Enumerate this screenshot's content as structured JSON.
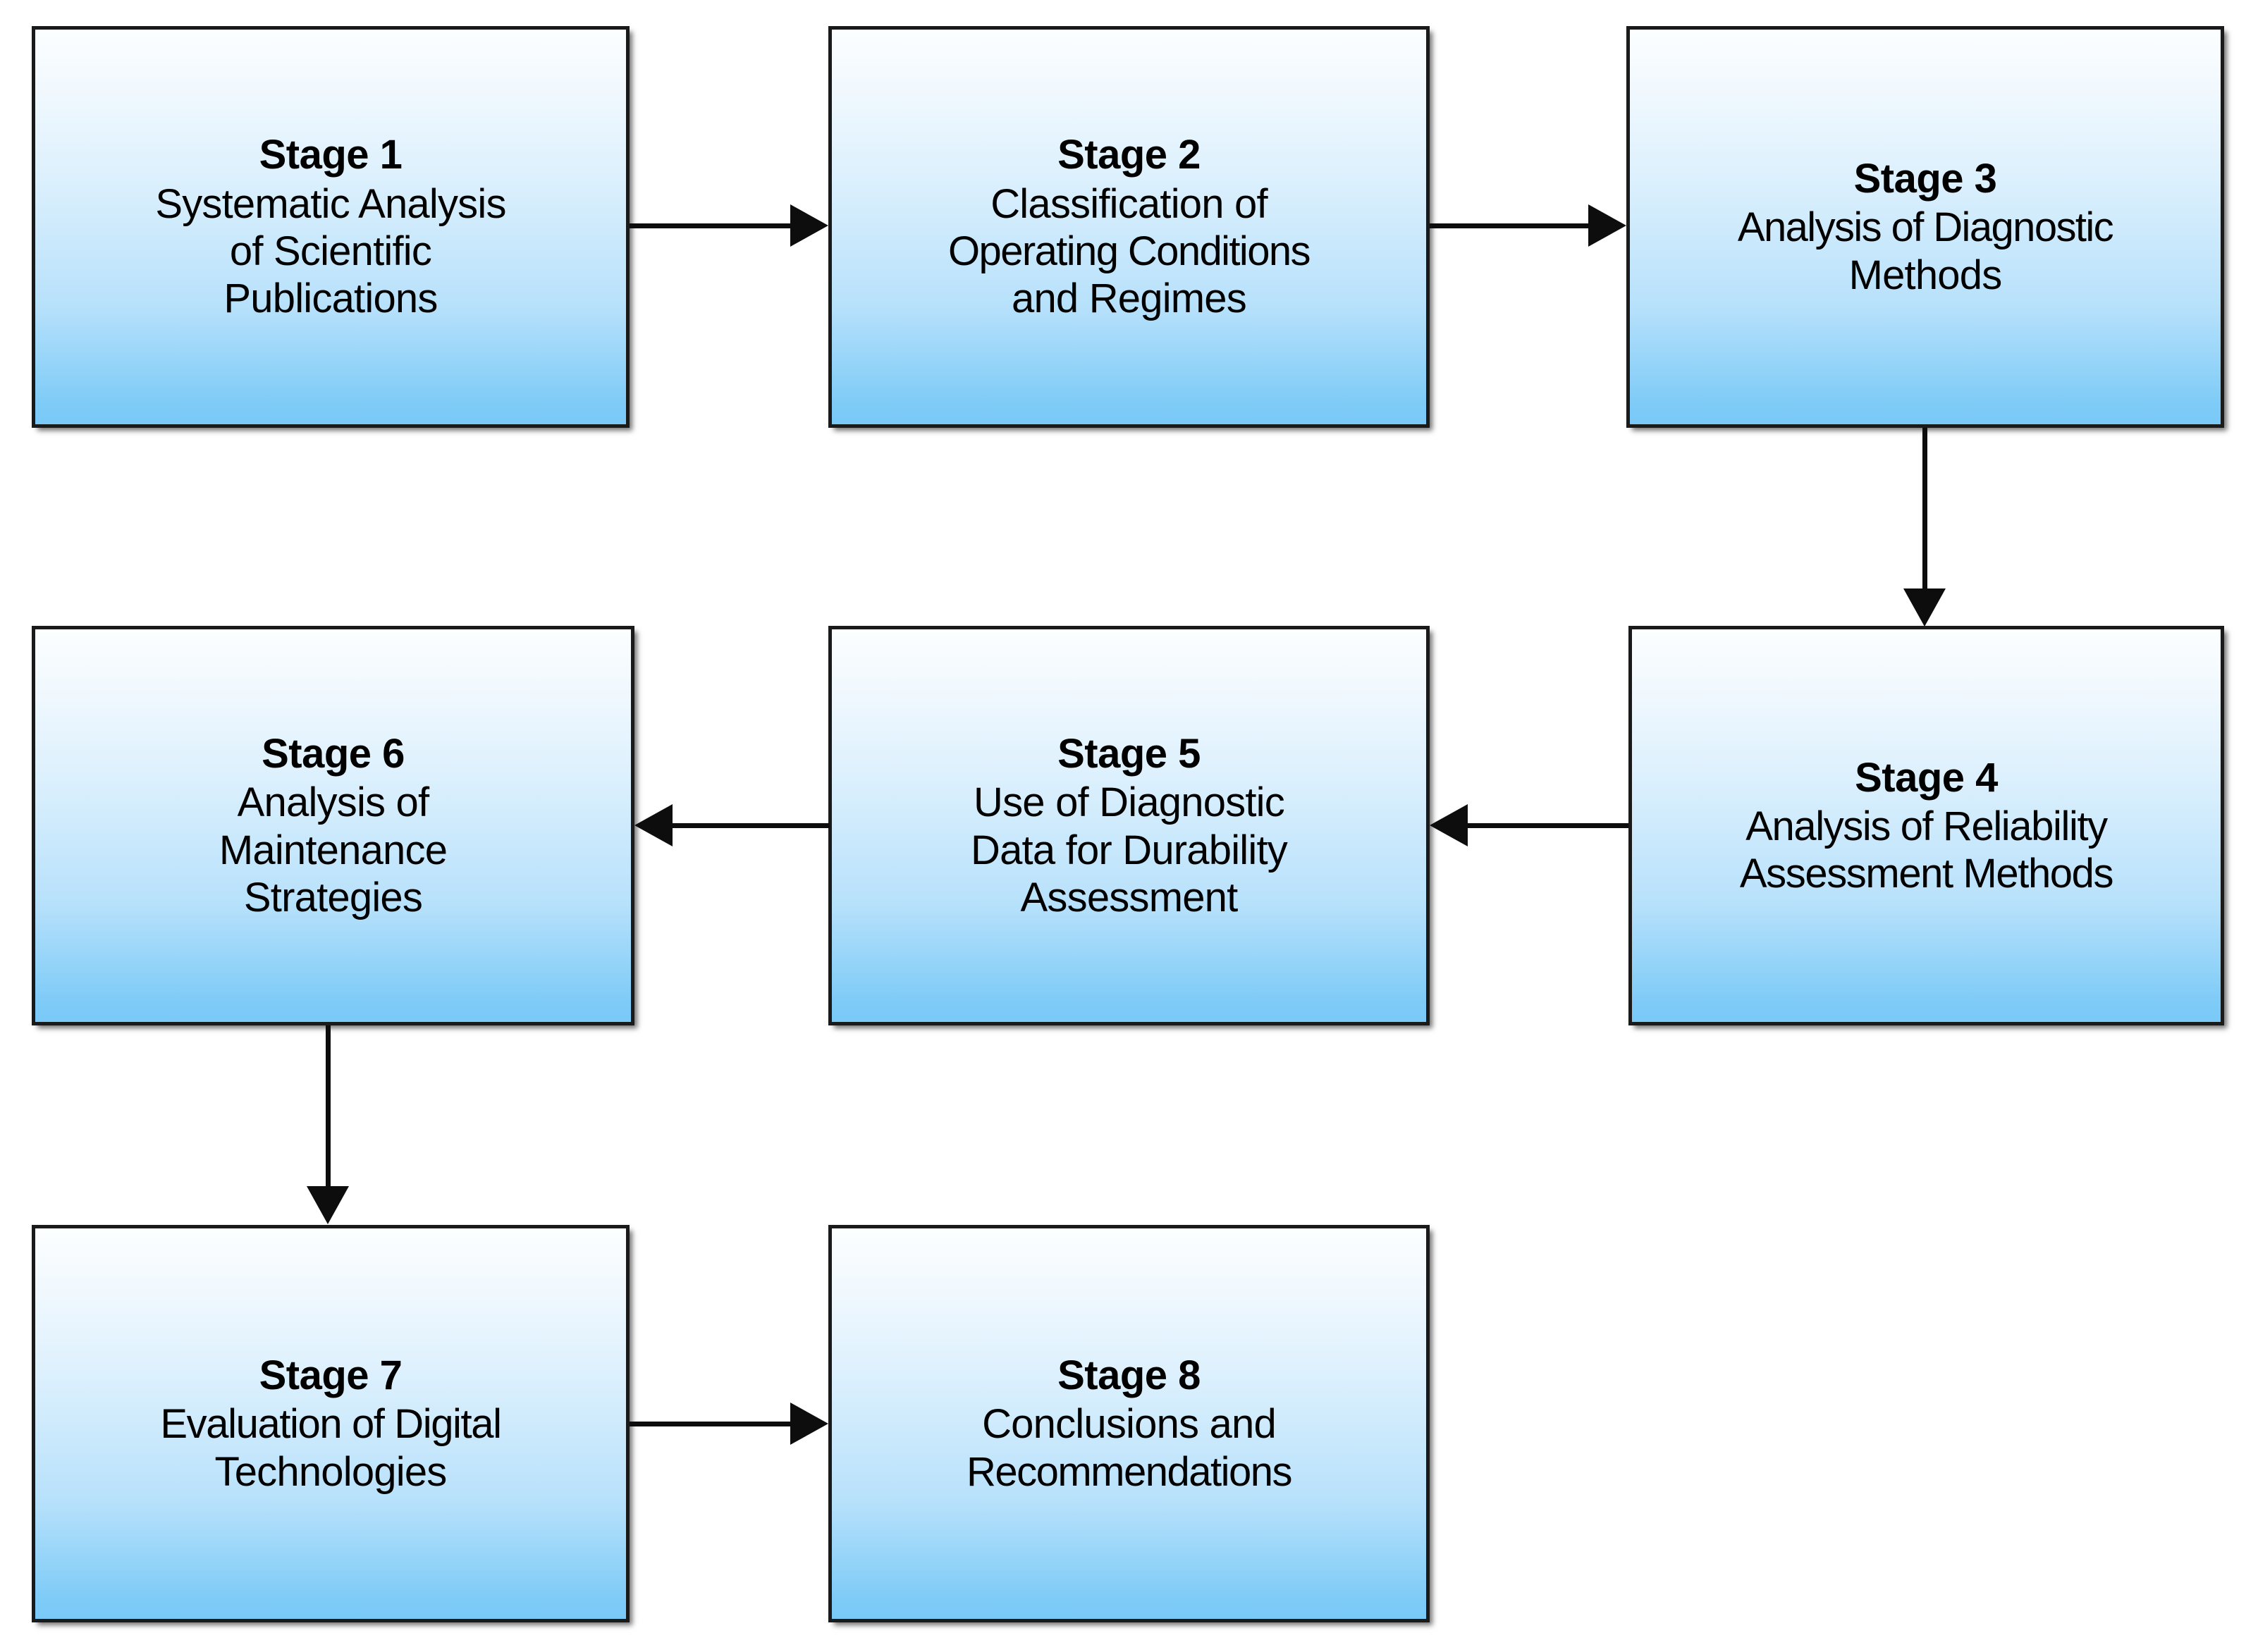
{
  "diagram": {
    "type": "flowchart",
    "title": "",
    "orientation": "serpentine-three-rows",
    "box_fill_top": "#fcfeff",
    "box_fill_bottom": "#79c9f7",
    "box_border_color": "#1a1a1a",
    "connector_color": "#0d0d0d",
    "background": "#ffffff",
    "nodes": [
      {
        "id": "stage-1",
        "title": "Stage 1",
        "description": "Systematic Analysis of Scientific Publications",
        "lines": [
          "Systematic Analysis",
          "of Scientific",
          "Publications"
        ]
      },
      {
        "id": "stage-2",
        "title": "Stage 2",
        "description": "Classification of Operating Conditions and Regimes",
        "lines": [
          "Classification of",
          "Operating Conditions",
          "and Regimes"
        ]
      },
      {
        "id": "stage-3",
        "title": "Stage 3",
        "description": "Analysis of Diagnostic Methods",
        "lines": [
          "Analysis of Diagnostic",
          "Methods"
        ]
      },
      {
        "id": "stage-4",
        "title": "Stage 4",
        "description": "Analysis of Reliability Assessment Methods",
        "lines": [
          "Analysis of Reliability",
          "Assessment Methods"
        ]
      },
      {
        "id": "stage-5",
        "title": "Stage 5",
        "description": "Use of Diagnostic Data for Durability Assessment",
        "lines": [
          "Use of Diagnostic",
          "Data for Durability",
          "Assessment"
        ]
      },
      {
        "id": "stage-6",
        "title": "Stage 6",
        "description": "Analysis of Maintenance Strategies",
        "lines": [
          "Analysis of",
          "Maintenance",
          "Strategies"
        ]
      },
      {
        "id": "stage-7",
        "title": "Stage 7",
        "description": "Evaluation of Digital Technologies",
        "lines": [
          "Evaluation of Digital",
          "Technologies"
        ]
      },
      {
        "id": "stage-8",
        "title": "Stage 8",
        "description": "Conclusions and Recommendations",
        "lines": [
          "Conclusions and",
          "Recommendations"
        ]
      }
    ],
    "edges": [
      {
        "id": "edge-1-2",
        "from": "stage-1",
        "to": "stage-2",
        "direction": "right"
      },
      {
        "id": "edge-2-3",
        "from": "stage-2",
        "to": "stage-3",
        "direction": "right"
      },
      {
        "id": "edge-3-4",
        "from": "stage-3",
        "to": "stage-4",
        "direction": "down"
      },
      {
        "id": "edge-4-5",
        "from": "stage-4",
        "to": "stage-5",
        "direction": "left"
      },
      {
        "id": "edge-5-6",
        "from": "stage-5",
        "to": "stage-6",
        "direction": "left"
      },
      {
        "id": "edge-6-7",
        "from": "stage-6",
        "to": "stage-7",
        "direction": "down"
      },
      {
        "id": "edge-7-8",
        "from": "stage-7",
        "to": "stage-8",
        "direction": "right"
      }
    ]
  }
}
